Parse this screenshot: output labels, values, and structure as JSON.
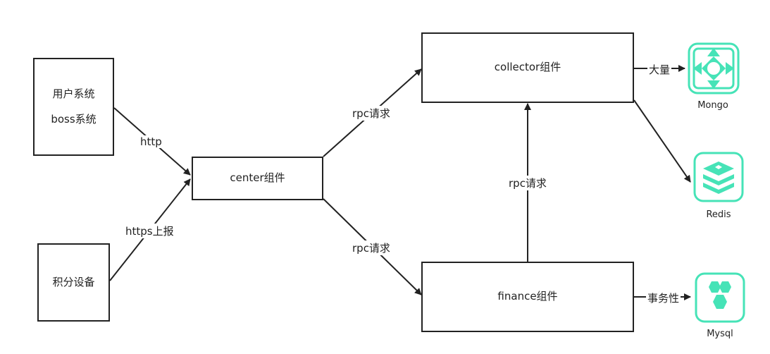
{
  "nodes": {
    "user_system": {
      "line1": "用户系统",
      "line2": "boss系统"
    },
    "points_device": "积分设备",
    "center": "center组件",
    "collector": "collector组件",
    "finance": "finance组件"
  },
  "edges": {
    "user_to_center": "http",
    "device_to_center": "https上报",
    "center_to_collector": "rpc请求",
    "center_to_finance": "rpc请求",
    "finance_to_collector": "rpc请求",
    "collector_to_mongo": "大量",
    "finance_to_mysql": "事务性"
  },
  "stores": {
    "mongo": "Mongo",
    "redis": "Redis",
    "mysql": "Mysql"
  },
  "colors": {
    "accent": "#46e3b7",
    "line": "#222222"
  },
  "icons": [
    "mongo-icon",
    "redis-icon",
    "mysql-icon"
  ]
}
